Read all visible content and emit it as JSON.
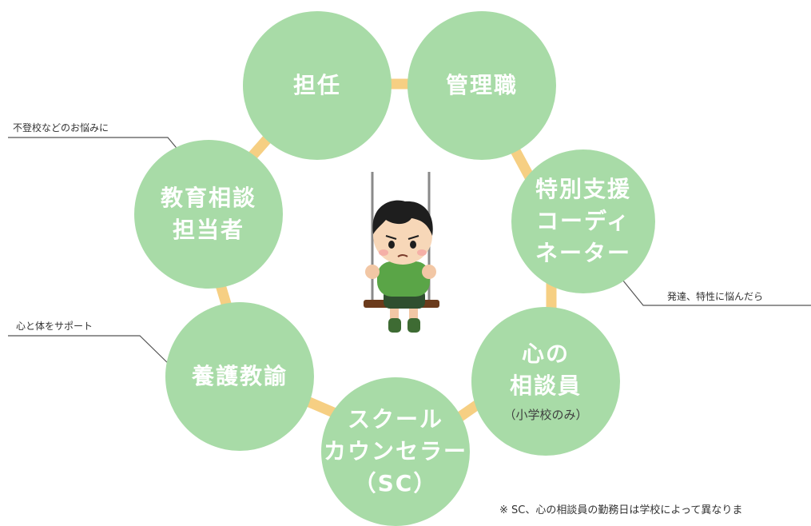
{
  "nodes": {
    "homeroom": {
      "label": "担任"
    },
    "management": {
      "label": "管理職"
    },
    "special_support": {
      "line1": "特別支援",
      "line2": "コーディ",
      "line3": "ネーター"
    },
    "heart_counselor": {
      "line1": "心の",
      "line2": "相談員",
      "note": "（小学校のみ）"
    },
    "school_counselor": {
      "line1": "スクール",
      "line2": "カウンセラー",
      "line3": "（SC）"
    },
    "nurse_teacher": {
      "label": "養護教諭"
    },
    "education_consult": {
      "line1": "教育相談",
      "line2": "担当者"
    }
  },
  "callouts": {
    "truancy": "不登校などのお悩みに",
    "development": "発達、特性に悩んだら",
    "mind_body": "心と体をサポート"
  },
  "footnote": "※ SC、心の相談員の勤務日は学校によって異なりま",
  "colors": {
    "node_fill": "#a8dba7",
    "ring": "#f6cf83",
    "node_text": "#ffffff",
    "line": "#555555"
  },
  "center_image": "boy-on-swing-illustration"
}
